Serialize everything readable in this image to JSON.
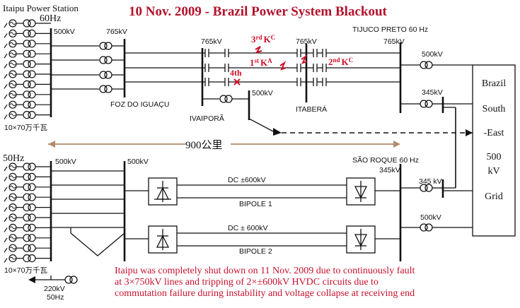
{
  "title": "10 Nov. 2009    -    Brazil Power System Blackout",
  "itaipu_label": "Itaipu Power Station",
  "freq_60": "60Hz",
  "freq_50": "50Hz",
  "units_60": "10×70万千瓦",
  "units_50": "10×70万千瓦",
  "v500_gen60": "500kV",
  "v765_foz": "765kV",
  "foz": "FOZ DO IGUAÇU",
  "v765_ivai": "765kV",
  "ivaipora": "IVAIPORÃ",
  "v500_ivai": "500kV",
  "v765_itab": "765kV",
  "itabera": "ITABERÁ",
  "tijuco": "TIJUCO PRETO 60 Hz",
  "v765_tij": "765kV",
  "v500_tij": "500kV",
  "v345_tij": "345kV",
  "fault3_num": "3",
  "fault3_sup": "rd",
  "fault3_k": "K",
  "fault3_ksup": "C",
  "fault1_num": "1",
  "fault1_sup": "st",
  "fault1_k": "K",
  "fault1_ksup": "A",
  "fault2_num": "2",
  "fault2_sup": "nd",
  "fault2_k": "K",
  "fault2_ksup": "C",
  "fault4": "4th",
  "distance": "900公里",
  "v500_gen50": "500kV",
  "v500_dc": "500kV",
  "dc1_label": "DC ±600kV",
  "bipole1": "BIPOLE 1",
  "dc2_label": "DC ± 600kV",
  "bipole2": "BIPOLE 2",
  "sao_roque": "SÃO ROQUE 60 Hz",
  "v345_sr": "345kV",
  "v345_sr2": "345 kV",
  "v500_sr": "500kV",
  "v220": "220kV",
  "hz50_small": "50Hz",
  "grid_lines": [
    "Brazil",
    "South",
    "-East",
    "500",
    "kV",
    "Grid"
  ],
  "note_lines": [
    "Itaipu was completely shut down on 11 Nov. 2009 due to continuously fault",
    "at 3×750kV lines and tripping of 2×±600kV HVDC circuits due to",
    "commutation failure during instability and voltage collapse at receiving end"
  ],
  "colors": {
    "title": "#b3122b",
    "fault": "#d0102a",
    "line": "#111111"
  }
}
